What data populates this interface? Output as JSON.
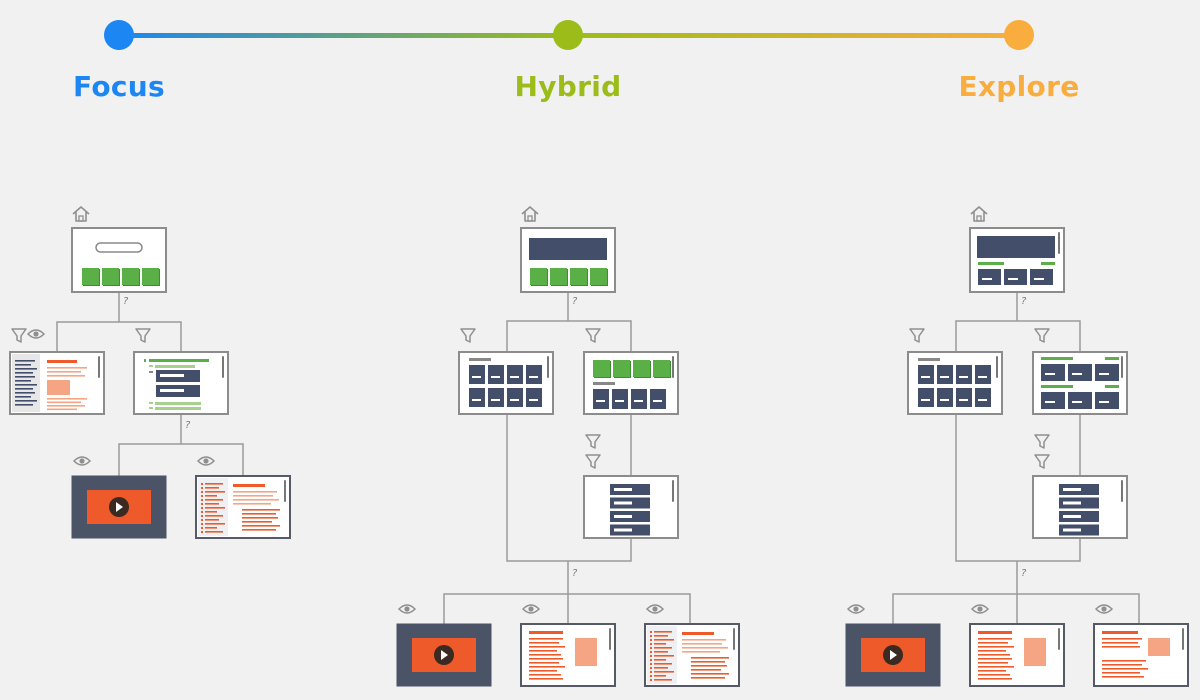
{
  "colors": {
    "focus": "#1c86f2",
    "hybrid": "#9cbc1a",
    "explore": "#f9ad3e",
    "screen_border": "#8c8c8c",
    "line": "#9a9a9a",
    "navy": "#424e6a",
    "green": "#5aaf47",
    "light_green": "#a8d08d",
    "orange": "#ee5a2a",
    "salmon": "#f6a584",
    "dark_slate": "#4a5466",
    "icon": "#8f8f8f"
  },
  "scale": {
    "stops": [
      {
        "label": "Focus",
        "color": "#1c86f2"
      },
      {
        "label": "Hybrid",
        "color": "#9cbc1a"
      },
      {
        "label": "Explore",
        "color": "#f9ad3e"
      }
    ]
  },
  "connector_label": "?",
  "columns": [
    {
      "name": "focus",
      "home_icon": "home-icon",
      "level1": [
        {
          "icons": [
            "filter-icon",
            "eye-icon"
          ],
          "screen": "index-list"
        },
        {
          "icons": [
            "filter-icon"
          ],
          "screen": "outline-menu"
        }
      ],
      "level2": [
        {
          "icons": [
            "eye-icon"
          ],
          "screen": "video"
        },
        {
          "icons": [
            "eye-icon"
          ],
          "screen": "toc-article"
        }
      ]
    },
    {
      "name": "hybrid",
      "home_icon": "home-icon",
      "level1": [
        {
          "icons": [
            "filter-icon"
          ],
          "screen": "card-grid"
        },
        {
          "icons": [
            "filter-icon"
          ],
          "screen": "category-grid"
        }
      ],
      "sub": {
        "icons": [
          "filter-icon",
          "filter-icon"
        ],
        "screen": "list"
      },
      "level2": [
        {
          "icons": [
            "eye-icon"
          ],
          "screen": "video"
        },
        {
          "icons": [
            "eye-icon"
          ],
          "screen": "article"
        },
        {
          "icons": [
            "eye-icon"
          ],
          "screen": "toc-article"
        }
      ]
    },
    {
      "name": "explore",
      "home_icon": "home-icon",
      "level1": [
        {
          "icons": [
            "filter-icon"
          ],
          "screen": "card-grid"
        },
        {
          "icons": [
            "filter-icon"
          ],
          "screen": "card-rows"
        }
      ],
      "sub": {
        "icons": [
          "filter-icon",
          "filter-icon"
        ],
        "screen": "list"
      },
      "level2": [
        {
          "icons": [
            "eye-icon"
          ],
          "screen": "video"
        },
        {
          "icons": [
            "eye-icon"
          ],
          "screen": "article"
        },
        {
          "icons": [
            "eye-icon"
          ],
          "screen": "article-alt"
        }
      ]
    }
  ]
}
